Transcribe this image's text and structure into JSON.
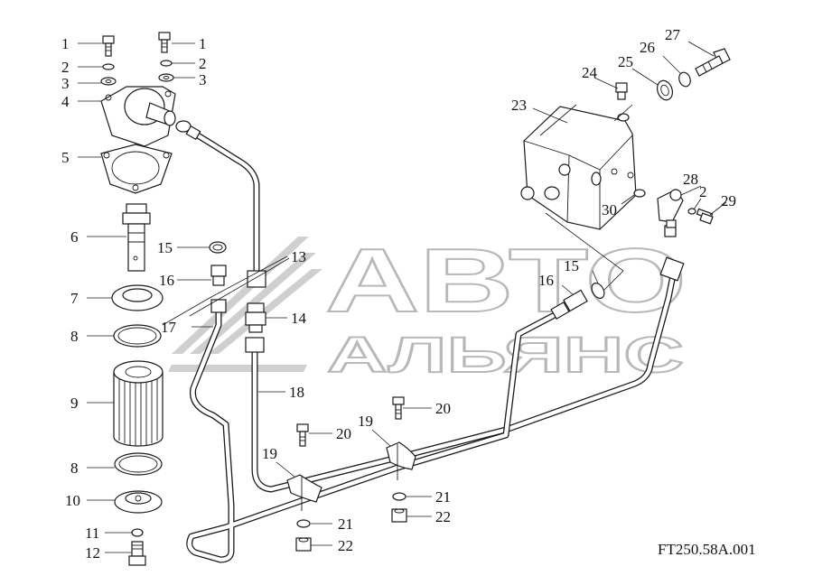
{
  "watermark": {
    "line1": "АВТО",
    "line2": "АЛЬЯНС"
  },
  "drawing_code": "FT250.58A.001",
  "callouts": [
    {
      "id": "c1a",
      "text": "1"
    },
    {
      "id": "c2a",
      "text": "2"
    },
    {
      "id": "c3a",
      "text": "3"
    },
    {
      "id": "c4",
      "text": "4"
    },
    {
      "id": "c5",
      "text": "5"
    },
    {
      "id": "c6",
      "text": "6"
    },
    {
      "id": "c7",
      "text": "7"
    },
    {
      "id": "c8a",
      "text": "8"
    },
    {
      "id": "c9",
      "text": "9"
    },
    {
      "id": "c8b",
      "text": "8"
    },
    {
      "id": "c10",
      "text": "10"
    },
    {
      "id": "c11",
      "text": "11"
    },
    {
      "id": "c12",
      "text": "12"
    },
    {
      "id": "c1b",
      "text": "1"
    },
    {
      "id": "c2b",
      "text": "2"
    },
    {
      "id": "c3b",
      "text": "3"
    },
    {
      "id": "c15a",
      "text": "15"
    },
    {
      "id": "c16a",
      "text": "16"
    },
    {
      "id": "c17",
      "text": "17"
    },
    {
      "id": "c13",
      "text": "13"
    },
    {
      "id": "c14",
      "text": "14"
    },
    {
      "id": "c18",
      "text": "18"
    },
    {
      "id": "c19a",
      "text": "19"
    },
    {
      "id": "c20a",
      "text": "20"
    },
    {
      "id": "c21a",
      "text": "21"
    },
    {
      "id": "c22a",
      "text": "22"
    },
    {
      "id": "c19b",
      "text": "19"
    },
    {
      "id": "c20b",
      "text": "20"
    },
    {
      "id": "c21b",
      "text": "21"
    },
    {
      "id": "c22b",
      "text": "22"
    },
    {
      "id": "c23",
      "text": "23"
    },
    {
      "id": "c24",
      "text": "24"
    },
    {
      "id": "c25",
      "text": "25"
    },
    {
      "id": "c26",
      "text": "26"
    },
    {
      "id": "c27",
      "text": "27"
    },
    {
      "id": "c28",
      "text": "28"
    },
    {
      "id": "c2c",
      "text": "2"
    },
    {
      "id": "c29",
      "text": "29"
    },
    {
      "id": "c30",
      "text": "30"
    },
    {
      "id": "c15b",
      "text": "15"
    },
    {
      "id": "c16b",
      "text": "16"
    }
  ]
}
